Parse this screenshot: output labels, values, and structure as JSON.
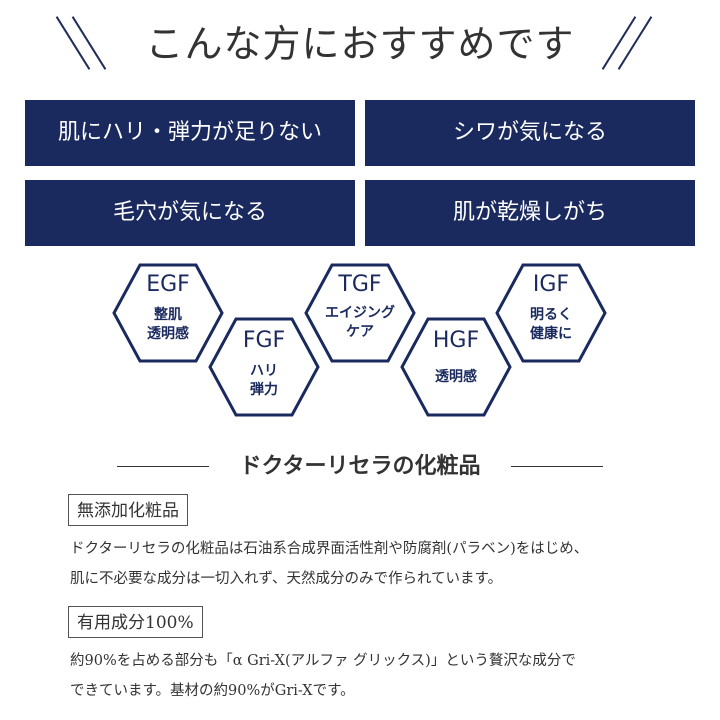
{
  "header": {
    "title": "こんな方におすすめです"
  },
  "concerns": [
    "肌にハリ・弾力が足りない",
    "シワが気になる",
    "毛穴が気になる",
    "肌が乾燥しがち"
  ],
  "factors": [
    {
      "code": "EGF",
      "desc1": "整肌",
      "desc2": "透明感"
    },
    {
      "code": "FGF",
      "desc1": "ハリ",
      "desc2": "弾力"
    },
    {
      "code": "TGF",
      "desc1": "エイジング",
      "desc2": "ケア"
    },
    {
      "code": "HGF",
      "desc1": "透明感",
      "desc2": ""
    },
    {
      "code": "IGF",
      "desc1": "明るく",
      "desc2": "健康に"
    }
  ],
  "section": {
    "title": "ドクターリセラの化粧品",
    "items": [
      {
        "tag": "無添加化粧品",
        "line1": "ドクターリセラの化粧品は石油系合成界面活性剤や防腐剤(パラベン)をはじめ、",
        "line2": "肌に不必要な成分は一切入れず、天然成分のみで作られています。"
      },
      {
        "tag": "有用成分100%",
        "line1": "約90%を占める部分も「α Gri-X(アルファ グリックス)」という贅沢な成分で",
        "line2": "できています。基材の約90%がGri-Xです。"
      }
    ]
  },
  "colors": {
    "navy": "#1a2a5e",
    "text": "#333333"
  }
}
